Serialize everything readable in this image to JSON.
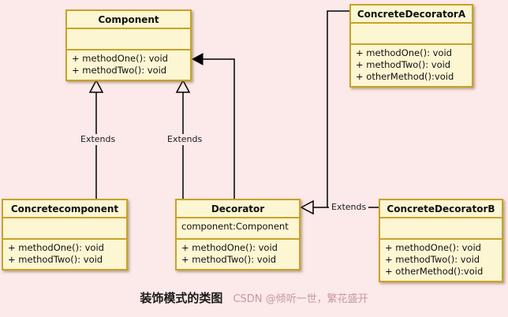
{
  "diagram": {
    "title": "装饰模式的类图",
    "watermark": "CSDN @倾听一世，繁花盛开",
    "classes": [
      {
        "id": "component",
        "name": "Component",
        "fields": [],
        "methods": [
          "+ methodOne(): void",
          "+ methodTwo(): void"
        ]
      },
      {
        "id": "concrete-decorator-a",
        "name": "ConcreteDecoratorA",
        "fields": [],
        "methods": [
          "+ methodOne(): void",
          "+ methodTwo(): void",
          "+ otherMethod():void"
        ]
      },
      {
        "id": "concretecomponent",
        "name": "Concretecomponent",
        "fields": [],
        "methods": [
          "+ methodOne(): void",
          "+ methodTwo(): void"
        ]
      },
      {
        "id": "decorator",
        "name": "Decorator",
        "fields": [
          "component:Component"
        ],
        "methods": [
          "+ methodOne(): void",
          "+ methodTwo(): void"
        ]
      },
      {
        "id": "concrete-decorator-b",
        "name": "ConcreteDecoratorB",
        "fields": [],
        "methods": [
          "+ methodOne(): void",
          "+ methodTwo(): void",
          "+ otherMethod():void"
        ]
      }
    ],
    "relations": {
      "concretecomponent_extends_component_label": "Extends",
      "decorator_extends_component_label": "Extends",
      "decorators_extend_decorator_label": "Extends"
    },
    "colors": {
      "background": "#fce9e9",
      "box_fill": "#fcf6d2",
      "box_border": "#c9a227",
      "connector": "#000000",
      "watermark": "#c49a9a"
    }
  }
}
